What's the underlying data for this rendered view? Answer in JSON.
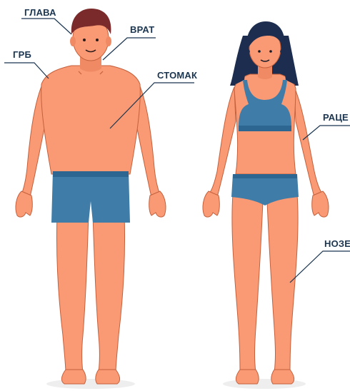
{
  "labels": {
    "head": "ГЛАВА",
    "neck": "ВРАТ",
    "back": "ГРБ",
    "stomach": "СТОМАК",
    "arms": "РАЦЕ",
    "legs": "НОЗЕ"
  },
  "colors": {
    "skin": "#f99a74",
    "skin_shade": "#e8805c",
    "shorts": "#3f7ca8",
    "shorts_dark": "#2d6690",
    "hair_man": "#7a2a2a",
    "hair_woman": "#1d2d4f",
    "outline": "#c4603c",
    "label": "#1b3550",
    "shadow": "#eeeeee"
  }
}
